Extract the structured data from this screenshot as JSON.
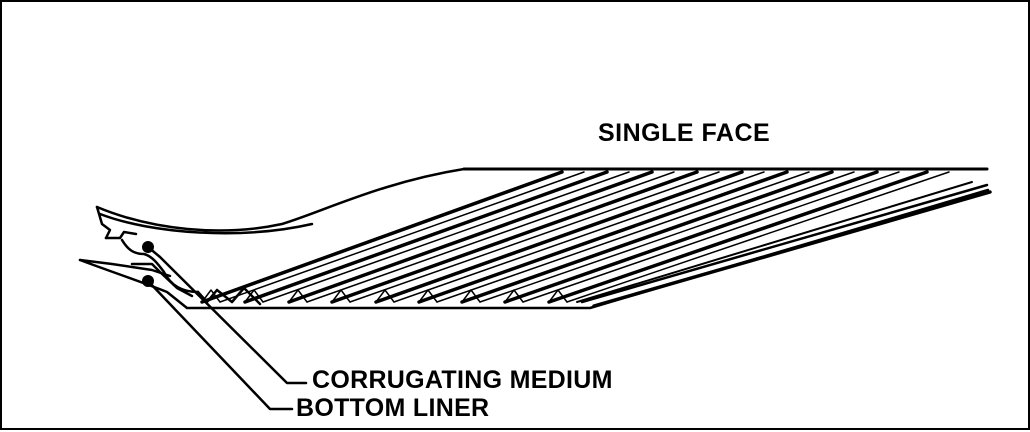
{
  "diagram": {
    "title": "SINGLE FACE",
    "labels": {
      "corrugating_medium": "CORRUGATING MEDIUM",
      "bottom_liner": "BOTTOM LINER"
    },
    "colors": {
      "line": "#000000",
      "background": "#ffffff"
    }
  }
}
